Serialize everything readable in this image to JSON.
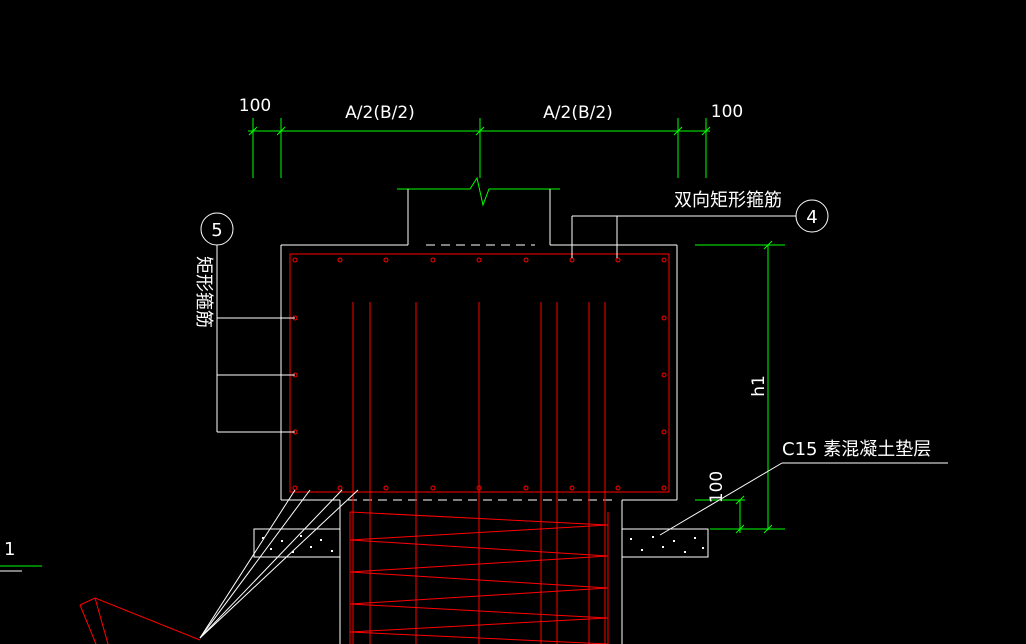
{
  "dimensions": {
    "left_offset": "100",
    "left_half": "A/2(B/2)",
    "right_half": "A/2(B/2)",
    "right_offset": "100",
    "height": "h1",
    "cushion_thickness": "100"
  },
  "callouts": {
    "bidirectional_stirrup_label": "双向矩形箍筋",
    "bidirectional_stirrup_tag": "4",
    "rect_stirrup_label": "矩形箍筋",
    "rect_stirrup_tag": "5",
    "cushion_label": "C15 素混凝土垫层",
    "section_mark": "1"
  },
  "colors": {
    "background": "#000000",
    "outline": "#ffffff",
    "rebar": "#ff0000",
    "dimension": "#00ff00"
  }
}
